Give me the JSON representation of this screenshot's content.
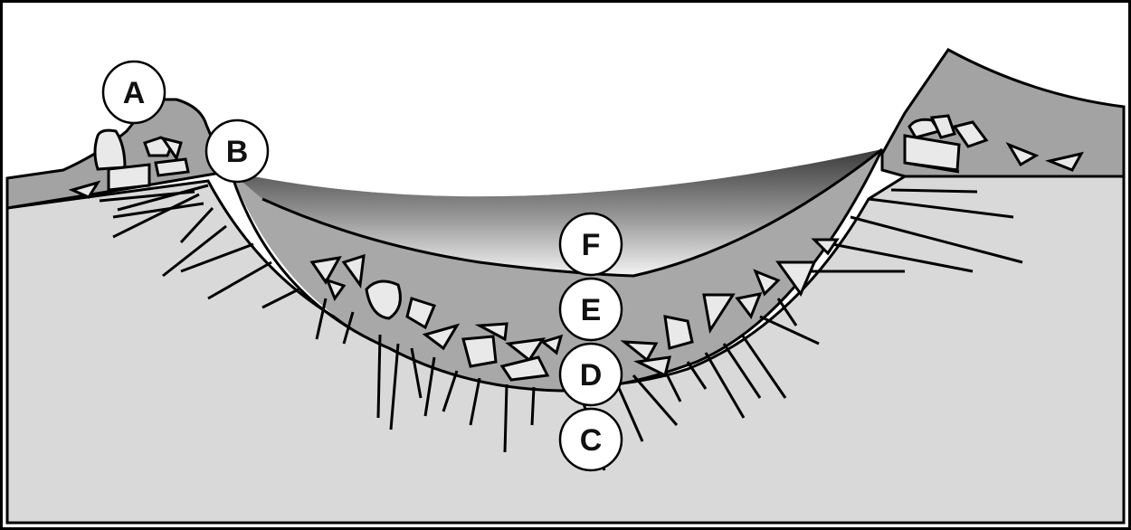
{
  "labels": {
    "a": "A",
    "b": "B",
    "c": "C",
    "d": "D",
    "e": "E",
    "f": "F"
  },
  "colors": {
    "background": "#ffffff",
    "bedrock": "#d9d9d9",
    "ejecta": "#a3a3a3",
    "crater_fill": "#a8a8a8",
    "outline": "#000000",
    "fragment": "#e9e9e9"
  }
}
